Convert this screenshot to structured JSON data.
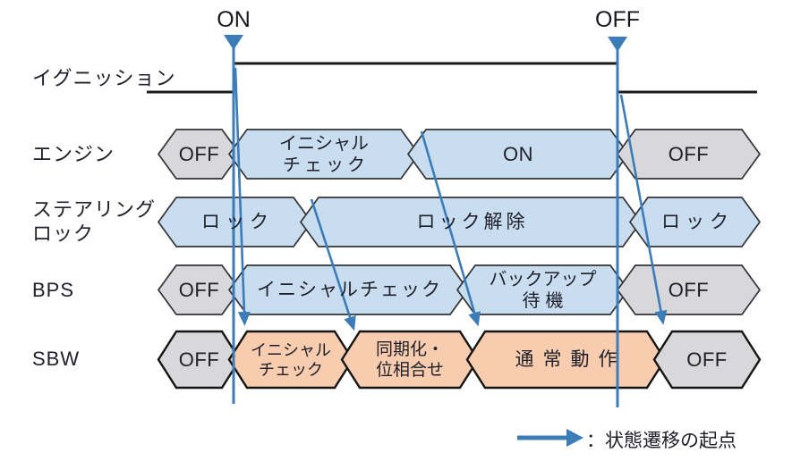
{
  "figure": {
    "triggers": {
      "on_label": "ON",
      "off_label": "OFF"
    },
    "ignition": {
      "label": "イグニッション"
    },
    "engine": {
      "label": "エンジン",
      "cells": [
        {
          "text": "OFF"
        },
        {
          "line1": "イニシャル",
          "line2": "チェック"
        },
        {
          "text": "ON"
        },
        {
          "text": "OFF"
        }
      ]
    },
    "steering": {
      "label_line1": "ステアリング",
      "label_line2": "ロック",
      "cells": [
        {
          "text": "ロック"
        },
        {
          "text": "ロック解除"
        },
        {
          "text": "ロック"
        }
      ]
    },
    "bps": {
      "label": "BPS",
      "cells": [
        {
          "text": "OFF"
        },
        {
          "text": "イニシャルチェック"
        },
        {
          "line1": "バックアップ",
          "line2": "待機"
        },
        {
          "text": "OFF"
        }
      ]
    },
    "sbw": {
      "label": "SBW",
      "cells": [
        {
          "text": "OFF"
        },
        {
          "line1": "イニシャル",
          "line2": "チェック"
        },
        {
          "line1": "同期化・",
          "line2": "位相合せ"
        },
        {
          "text": "通常動作"
        },
        {
          "text": "OFF"
        }
      ]
    },
    "legend": {
      "label": "：状態遷移の起点"
    },
    "colors": {
      "state_blue": "#c9ddf0",
      "state_gray": "#d8d8da",
      "state_orange": "#f8ccae",
      "arrow_blue": "#3c7cb8",
      "signal_black": "#1c1c1c"
    }
  }
}
